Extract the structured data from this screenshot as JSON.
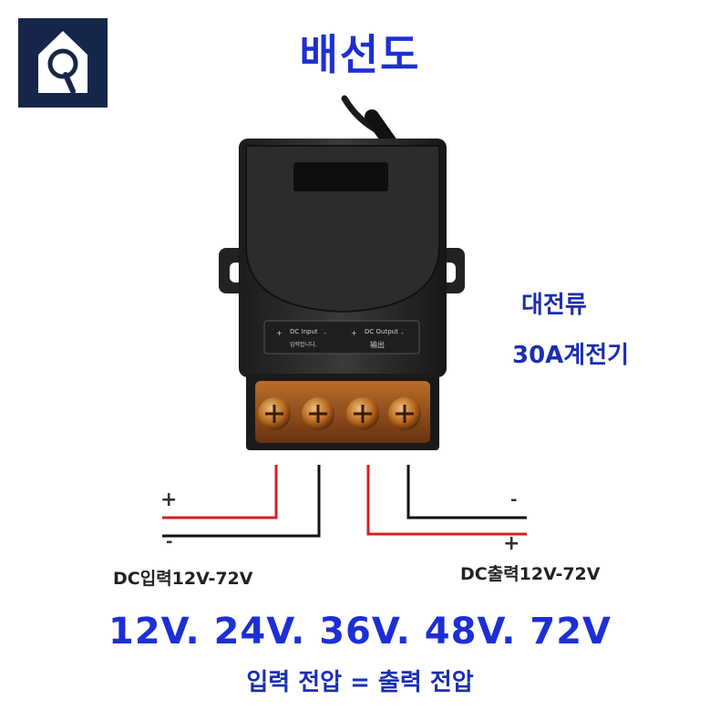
{
  "title": "배선도",
  "logo_icon": "house-magnifier-icon",
  "product_label": {
    "line1": "대전류",
    "line2": "30A계전기"
  },
  "device": {
    "panel_input_label": "DC Input",
    "panel_output_label": "DC Output",
    "panel_input_sub": "입력합니다.",
    "panel_output_sub": "输出",
    "terminal_signs": [
      "+",
      "-",
      "+",
      "-"
    ]
  },
  "wiring": {
    "input_plus": "+",
    "input_minus": "-",
    "output_minus": "-",
    "output_plus": "+",
    "input_label": "DC입력12V-72V",
    "output_label": "DC출력12V-72V",
    "colors": {
      "positive": "#d42020",
      "negative": "#111111"
    }
  },
  "voltages": "12V. 24V. 36V. 48V. 72V",
  "equation": "입력 전압 = 출력 전압",
  "colors": {
    "title": "#1d2fd4",
    "label": "#1a2fb0",
    "logo_bg": "#16264a",
    "terminal": "#b5651d"
  }
}
